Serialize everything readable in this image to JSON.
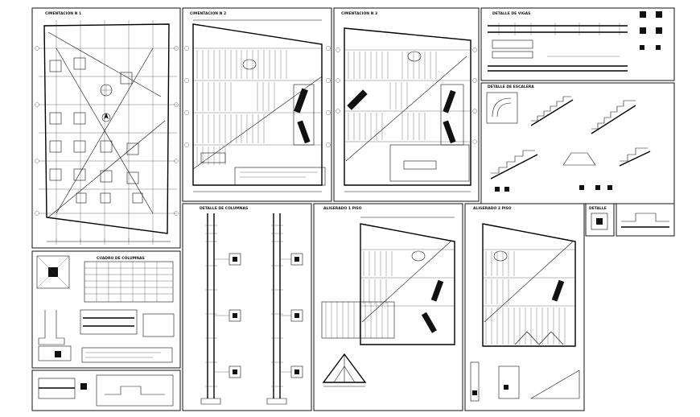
{
  "sheet": {
    "background": "#ffffff",
    "ink": "#111111"
  },
  "panels": [
    {
      "id": "p1",
      "title": "CIMENTACION N 1"
    },
    {
      "id": "p2",
      "title": "CIMENTACION N 2"
    },
    {
      "id": "p3",
      "title": "CIMENTACION N 3"
    },
    {
      "id": "p4",
      "title": "DETALLE DE VIGAS"
    },
    {
      "id": "p5",
      "title": "DETALLE DE ESCALERA"
    },
    {
      "id": "p6",
      "title": "CUADRO DE COLUMNAS"
    },
    {
      "id": "p7",
      "title": "DETALLE DE COLUMNAS"
    },
    {
      "id": "p8",
      "title": "ALIGERADO 1 PISO"
    },
    {
      "id": "p9",
      "title": "ALIGERADO 2 PISO"
    },
    {
      "id": "p10",
      "title": "DETALLE"
    }
  ],
  "icons": {
    "north": "north-arrow-icon"
  }
}
